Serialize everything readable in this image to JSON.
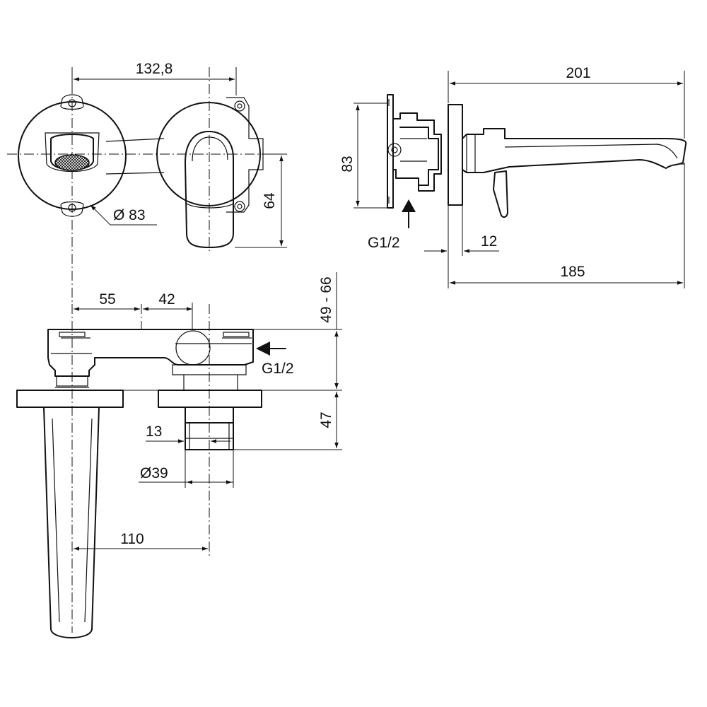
{
  "dimensions": {
    "top_width": "132,8",
    "rosette_diameter": "Ø 83",
    "handle_height": "64",
    "side_body_height": "83",
    "side_inlet_thread": "G1/2",
    "spout_total_length": "201",
    "wall_offset": "12",
    "spout_projection": "185",
    "front_offset_left": "55",
    "front_offset_mid": "42",
    "front_installation_depth": "49 - 66",
    "front_inlet_thread": "G1/2",
    "front_lower_height": "47",
    "front_small_offset": "13",
    "front_cartridge_diameter": "Ø39",
    "front_spout_offset": "110"
  }
}
